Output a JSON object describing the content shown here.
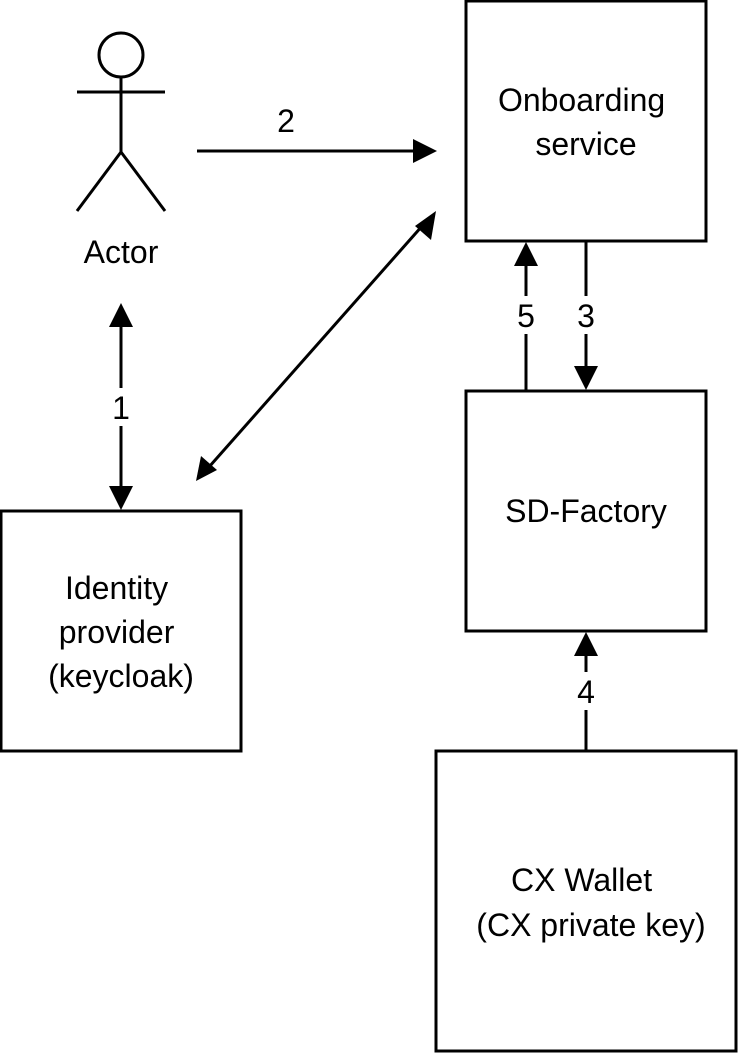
{
  "actor": {
    "label": "Actor"
  },
  "nodes": {
    "onboarding": {
      "lines": [
        "Onboarding",
        "service"
      ]
    },
    "sdfactory": {
      "lines": [
        "SD-Factory"
      ]
    },
    "idp": {
      "lines": [
        "Identity",
        "provider",
        "(keycloak)"
      ]
    },
    "wallet": {
      "lines": [
        "CX Wallet",
        "(CX private key)"
      ]
    }
  },
  "edges": {
    "e1": {
      "label": "1"
    },
    "e2": {
      "label": "2"
    },
    "e3": {
      "label": "3"
    },
    "e4": {
      "label": "4"
    },
    "e5": {
      "label": "5"
    },
    "e6": {
      "label": ""
    }
  }
}
